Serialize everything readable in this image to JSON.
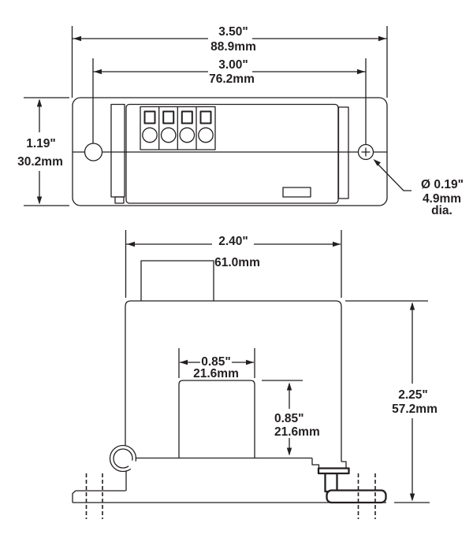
{
  "colors": {
    "line": "#231f20",
    "background": "#ffffff"
  },
  "top_view": {
    "outer_width": {
      "in": "3.50\"",
      "mm": "88.9mm"
    },
    "inner_width": {
      "in": "3.00\"",
      "mm": "76.2mm"
    },
    "height": {
      "in": "1.19\"",
      "mm": "30.2mm"
    },
    "hole_callout": {
      "diameter": "Ø 0.19\"",
      "mm": "4.9mm",
      "suffix": "dia."
    }
  },
  "side_view": {
    "width": {
      "in": "2.40\"",
      "mm": "61.0mm"
    },
    "pocket_width": {
      "in": "0.85\"",
      "mm": "21.6mm"
    },
    "pocket_height": {
      "in": "0.85\"",
      "mm": "21.6mm"
    },
    "height": {
      "in": "2.25\"",
      "mm": "57.2mm"
    }
  }
}
